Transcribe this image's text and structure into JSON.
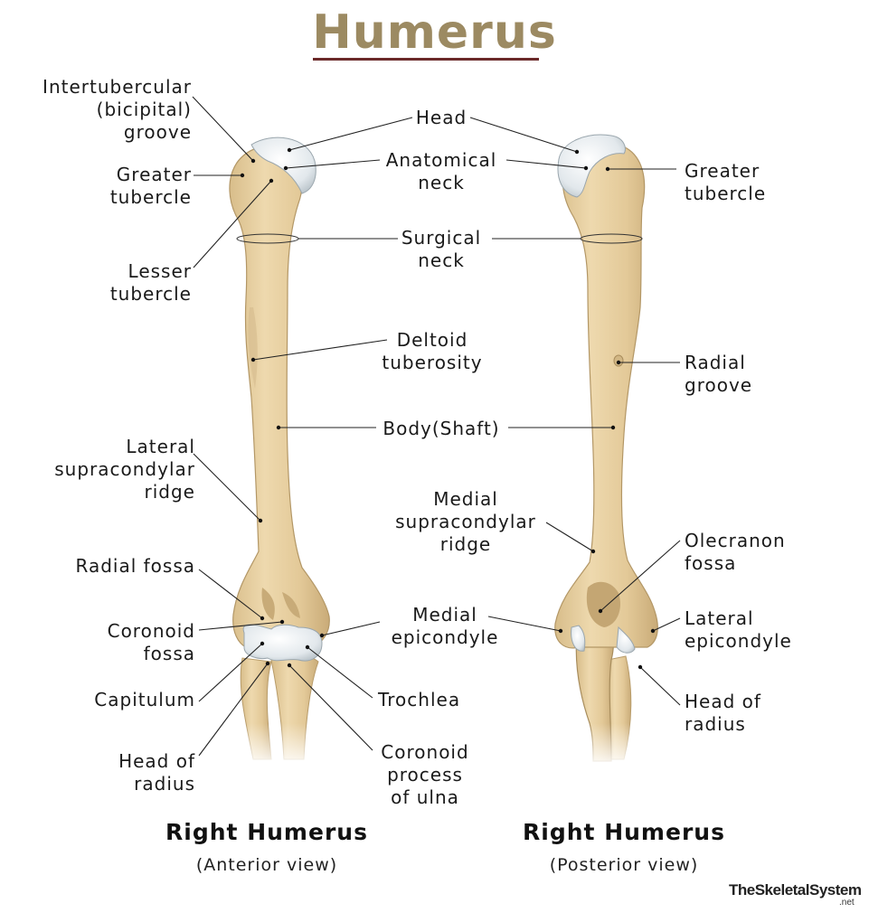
{
  "title": "Humerus",
  "colors": {
    "title": "#9c8a62",
    "title_rule": "#6b2a2a",
    "bone": "#e6cfa0",
    "bone_shade": "#c9ae7c",
    "cartilage": "#e4eaee"
  },
  "anterior": {
    "caption": "Right Humerus",
    "view": "(Anterior view)",
    "labels": {
      "intertubercular": "Intertubercular\n(bicipital)\ngroove",
      "greater_tubercle": "Greater\ntubercle",
      "lesser_tubercle": "Lesser\ntubercle",
      "lateral_supracondylar": "Lateral\nsupracondylar\nridge",
      "radial_fossa": "Radial fossa",
      "coronoid_fossa": "Coronoid\nfossa",
      "capitulum": "Capitulum",
      "head_of_radius": "Head of\nradius",
      "trochlea": "Trochlea",
      "coronoid_process": "Coronoid\nprocess\nof ulna"
    }
  },
  "shared_labels": {
    "head": "Head",
    "anatomical_neck": "Anatomical\nneck",
    "surgical_neck": "Surgical\nneck",
    "deltoid_tuberosity": "Deltoid\ntuberosity",
    "body": "Body(Shaft)",
    "medial_supracondylar": "Medial\nsupracondylar\nridge",
    "medial_epicondyle": "Medial\nepicondyle"
  },
  "posterior": {
    "caption": "Right Humerus",
    "view": "(Posterior view)",
    "labels": {
      "greater_tubercle": "Greater\ntubercle",
      "radial_groove": "Radial\ngroove",
      "olecranon_fossa": "Olecranon\nfossa",
      "lateral_epicondyle": "Lateral\nepicondyle",
      "head_of_radius": "Head of\nradius"
    }
  },
  "logo": {
    "text": "TheSkeletalSystem",
    "suffix": ".net"
  }
}
